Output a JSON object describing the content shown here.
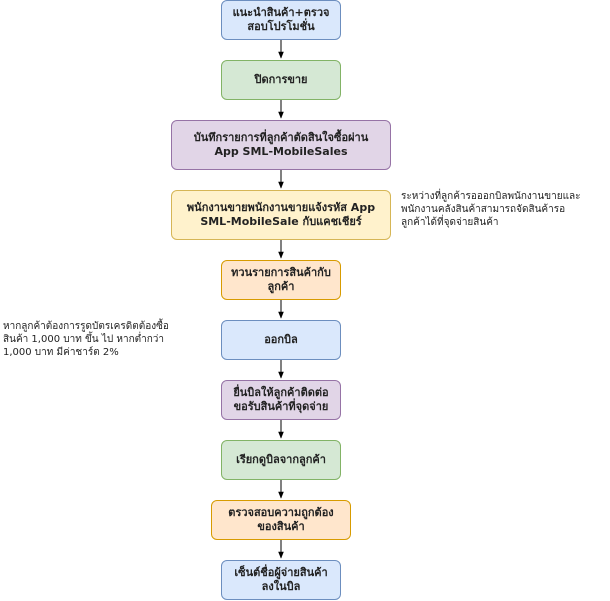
{
  "steps": [
    {
      "text": "แนะนำสินค้า+ตรวจ\nสอบโปรโมชั่น"
    },
    {
      "text": "ปิดการขาย"
    },
    {
      "text": "บันทึกรายการที่ลูกค้าตัดสินใจซื้อผ่าน\nApp SML-MobileSales"
    },
    {
      "text": "พนักงานขายพนักงานขายแจ้งรหัส App\nSML-MobileSale กับแคชเชียร์"
    },
    {
      "text": "ทวนรายการสินค้ากับ\nลูกค้า"
    },
    {
      "text": "ออกบิล"
    },
    {
      "text": "ยื่นบิลให้ลูกค้าติดต่อ\nขอรับสินค้าที่จุดจ่าย"
    },
    {
      "text": "เรียกดูบิลจากลูกค้า"
    },
    {
      "text": "ตรวจสอบความถูกต้อง\nของสินค้า"
    },
    {
      "text": "เซ็นต์ชื่อผู้จ่ายสินค้า\nลงในบิล"
    }
  ],
  "notes": {
    "right": "ระหว่างที่ลูกค้ารอออกบิลพนักงานขายและ\nพนักงานคลังสินค้าสามารถจัดสินค้ารอ\nลูกค้าได้ที่จุดจ่ายสินค้า",
    "left": "หากลูกค้าต้องการรูดบัตรเครดิตต้องซื้อ\nสินค้า 1,000 บาท ขึ้น ไป หากต่ำกว่า\n1,000 บาท มีค่าชาร์ต 2%"
  }
}
